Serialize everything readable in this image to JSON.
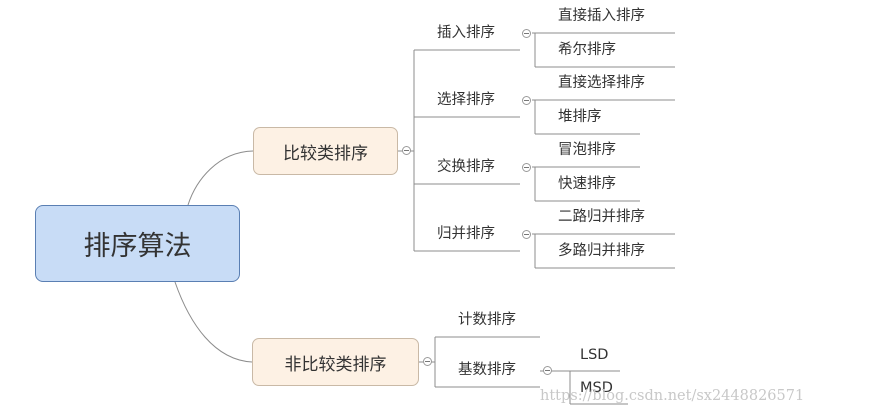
{
  "root": {
    "label": "排序算法"
  },
  "branches": [
    {
      "label": "比较类排序",
      "children": [
        {
          "label": "插入排序",
          "children": [
            {
              "label": "直接插入排序"
            },
            {
              "label": "希尔排序"
            }
          ]
        },
        {
          "label": "选择排序",
          "children": [
            {
              "label": "直接选择排序"
            },
            {
              "label": "堆排序"
            }
          ]
        },
        {
          "label": "交换排序",
          "children": [
            {
              "label": "冒泡排序"
            },
            {
              "label": "快速排序"
            }
          ]
        },
        {
          "label": "归并排序",
          "children": [
            {
              "label": "二路归并排序"
            },
            {
              "label": "多路归并排序"
            }
          ]
        }
      ]
    },
    {
      "label": "非比较类排序",
      "children": [
        {
          "label": "计数排序"
        },
        {
          "label": "基数排序",
          "children": [
            {
              "label": "LSD"
            },
            {
              "label": "MSD"
            }
          ]
        }
      ]
    }
  ],
  "watermark": "https://blog.csdn.net/sx2448826571",
  "colors": {
    "root_fill": "#c8dcf6",
    "root_border": "#5a7fb3",
    "branch_fill": "#fdf1e4",
    "line": "#8c8c8c"
  }
}
